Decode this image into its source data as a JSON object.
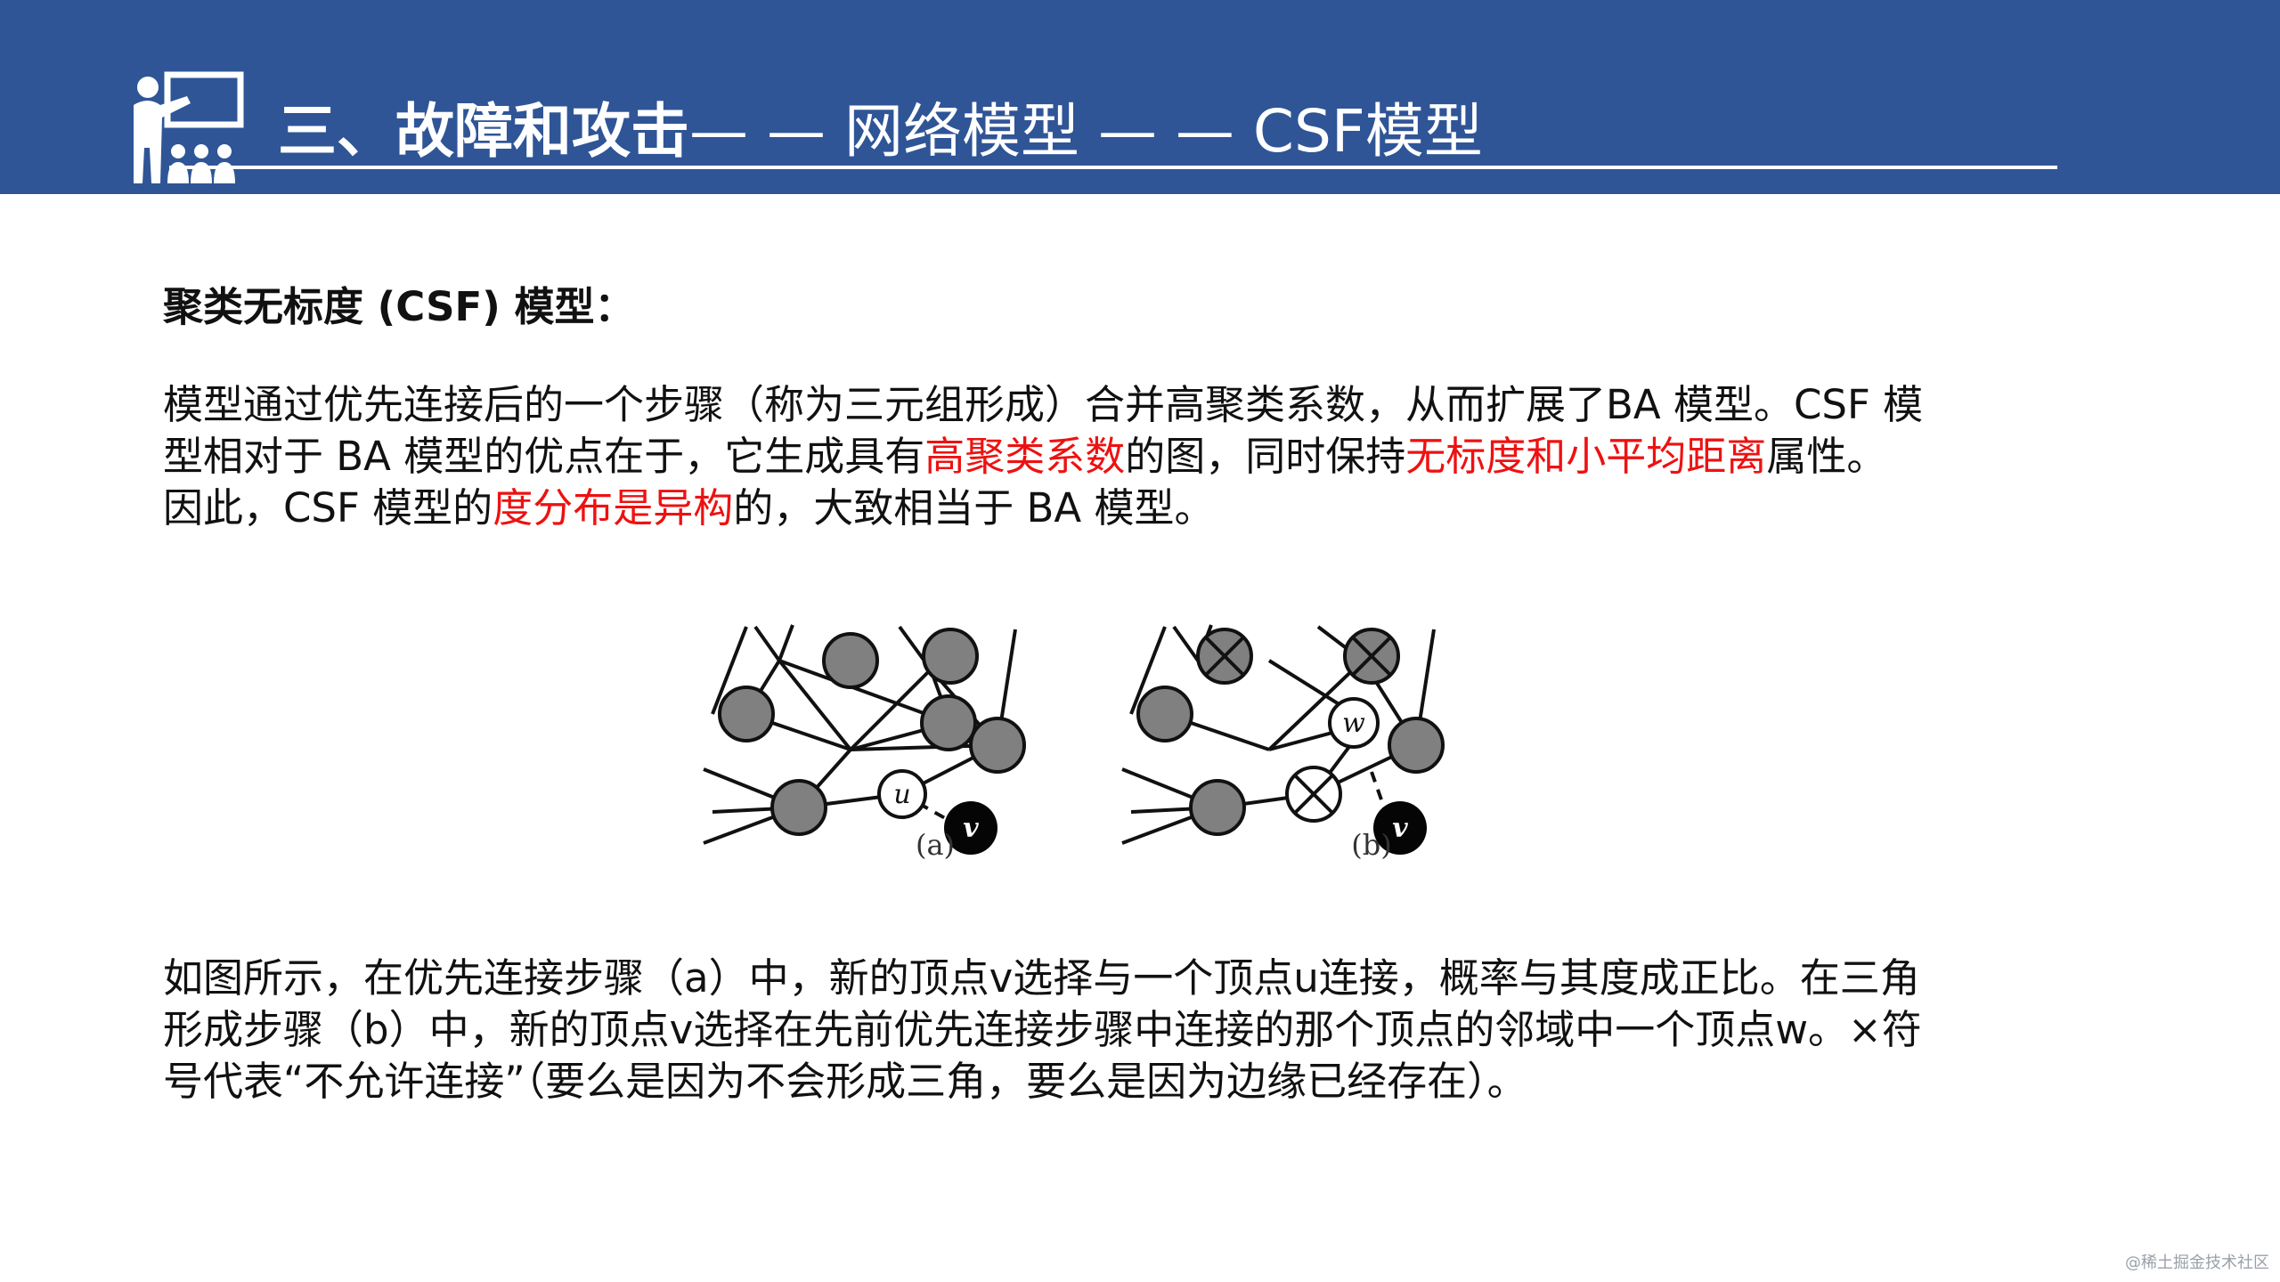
{
  "header": {
    "title_strong": "三、故障和攻击",
    "title_rest": " — — 网络模型 — — CSF模型"
  },
  "icons": {
    "header_icon": "teacher-presentation-icon"
  },
  "colors": {
    "header_bg": "#2f5597",
    "highlight": "#ee1111",
    "node_gray": "#808080"
  },
  "section": {
    "heading": "聚类无标度 (CSF) 模型："
  },
  "intro": {
    "l1": "模型通过优先连接后的一个步骤（称为三元组形成）合并高聚类系数，从而扩展了BA 模型。CSF 模",
    "l2a": "型相对于 BA 模型的优点在于，它生成具有",
    "l2b": "高聚类系数",
    "l2c": "的图，同时保持",
    "l2d": "无标度和小平均距离",
    "l2e": "属性。",
    "l3a": "因此，CSF 模型的",
    "l3b": "度分布是异构",
    "l3c": "的，大致相当于 BA 模型。"
  },
  "figure": {
    "u": "u",
    "v": "v",
    "w": "w",
    "caption_a": "(a)",
    "caption_b": "(b)"
  },
  "explain": {
    "l1": "如图所示，在优先连接步骤（a）中，新的顶点v选择与一个顶点u连接，概率与其度成正比。在三角",
    "l2": "形成步骤（b）中，新的顶点v选择在先前优先连接步骤中连接的那个顶点的邻域中一个顶点w。×符",
    "l3": "号代表“不允许连接”（要么是因为不会形成三角，要么是因为边缘已经存在）。"
  },
  "watermark": "@稀土掘金技术社区"
}
